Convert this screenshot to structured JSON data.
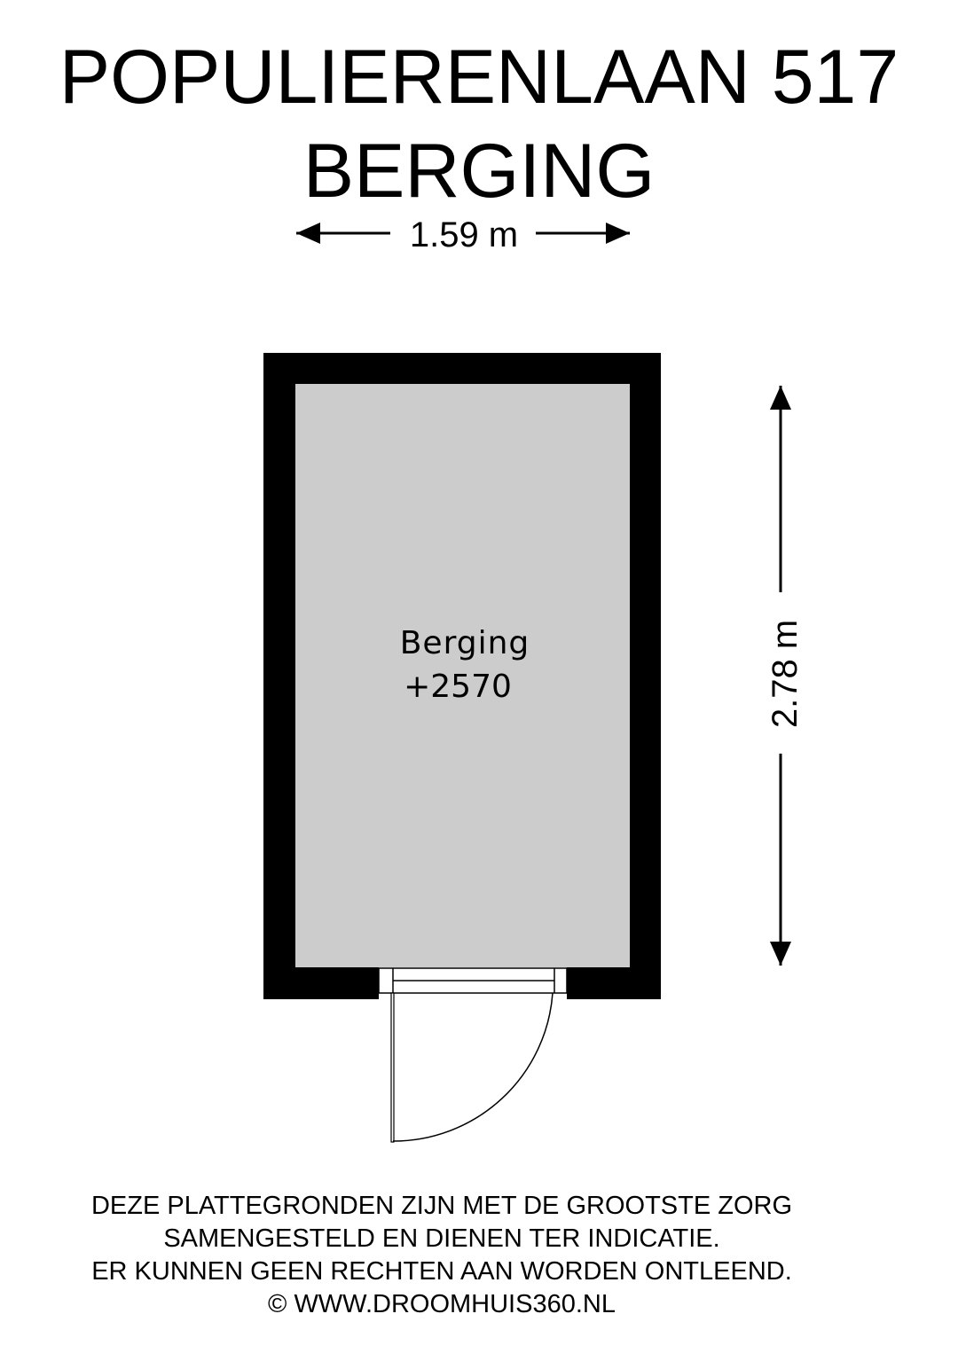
{
  "header": {
    "address": "POPULIERENLAAN 517",
    "floor_name": "BERGING"
  },
  "plan": {
    "width_label": "1.59 m",
    "depth_label": "2.78 m",
    "room": {
      "name": "Berging",
      "level": "+2570"
    },
    "colors": {
      "wall": "#000000",
      "floor": "#cccccc",
      "background": "#ffffff"
    }
  },
  "footer": {
    "lines": [
      "DEZE PLATTEGRONDEN ZIJN MET DE GROOTSTE ZORG",
      "SAMENGESTELD EN DIENEN TER INDICATIE.",
      "ER KUNNEN GEEN RECHTEN AAN WORDEN ONTLEEND.",
      "© WWW.DROOMHUIS360.NL"
    ]
  }
}
